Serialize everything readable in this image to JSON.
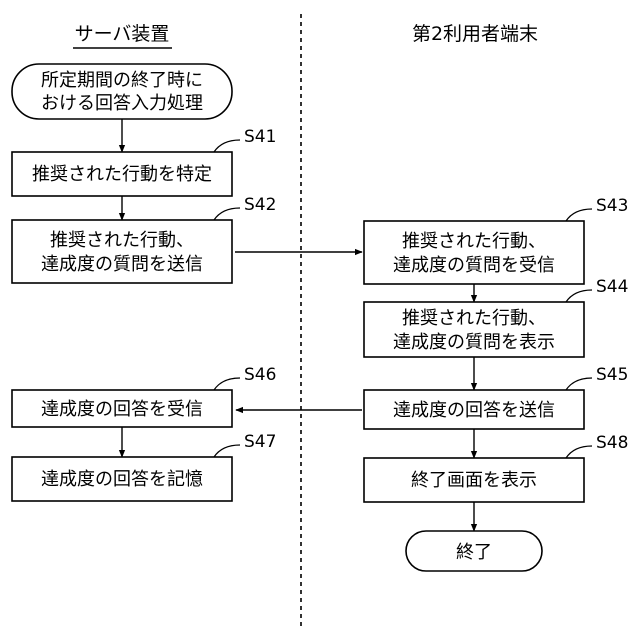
{
  "lanes": {
    "server": "サーバ装置",
    "terminal": "第2利用者端末"
  },
  "nodes": {
    "start": [
      "所定期間の終了時に",
      "おける回答入力処理"
    ],
    "s41": [
      "推奨された行動を特定"
    ],
    "s42": [
      "推奨された行動、",
      "達成度の質問を送信"
    ],
    "s43": [
      "推奨された行動、",
      "達成度の質問を受信"
    ],
    "s44": [
      "推奨された行動、",
      "達成度の質問を表示"
    ],
    "s45": [
      "達成度の回答を送信"
    ],
    "s46": [
      "達成度の回答を受信"
    ],
    "s47": [
      "達成度の回答を記憶"
    ],
    "s48": [
      "終了画面を表示"
    ],
    "end": [
      "終了"
    ]
  },
  "steps": {
    "s41": "S41",
    "s42": "S42",
    "s43": "S43",
    "s44": "S44",
    "s45": "S45",
    "s46": "S46",
    "s47": "S47",
    "s48": "S48"
  }
}
